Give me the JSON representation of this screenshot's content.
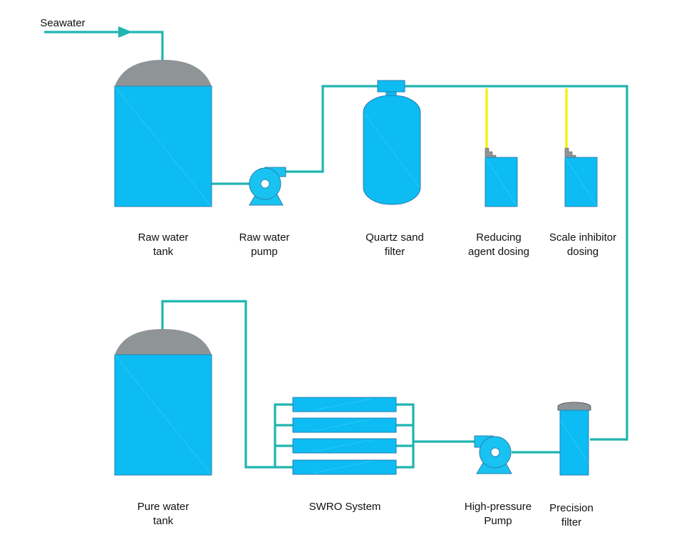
{
  "colors": {
    "pipe": "#1fb5b0",
    "equipment": "#0cbcf3",
    "equipment_edge": "#2a7fb0",
    "tank_dome": "#8f9496",
    "chemical_line": "#f2f200",
    "pump_body": "#18c3f2"
  },
  "labels": {
    "seawater": "Seawater",
    "raw_water_tank": [
      "Raw water",
      "tank"
    ],
    "raw_water_pump": [
      "Raw water",
      "pump"
    ],
    "quartz_sand_filter": [
      "Quartz sand",
      "filter"
    ],
    "reducing_agent_dosing": [
      "Reducing",
      "agent dosing"
    ],
    "scale_inhibitor_dosing": [
      "Scale inhibitor",
      "dosing"
    ],
    "pure_water_tank": [
      "Pure water",
      "tank"
    ],
    "swro_system": [
      "SWRO System"
    ],
    "high_pressure_pump": [
      "High-pressure",
      "Pump"
    ],
    "precision_filter": [
      "Precision",
      "filter"
    ]
  },
  "icons": {
    "raw_water_tank": "domed-tank-icon",
    "raw_water_pump": "centrifugal-pump-icon",
    "quartz_sand_filter": "pressure-vessel-icon",
    "reducing_agent_dosing": "dosing-tank-icon",
    "scale_inhibitor_dosing": "dosing-tank-icon",
    "pure_water_tank": "domed-tank-icon",
    "swro_system": "membrane-module-icon",
    "high_pressure_pump": "centrifugal-pump-icon",
    "precision_filter": "cartridge-filter-icon"
  }
}
